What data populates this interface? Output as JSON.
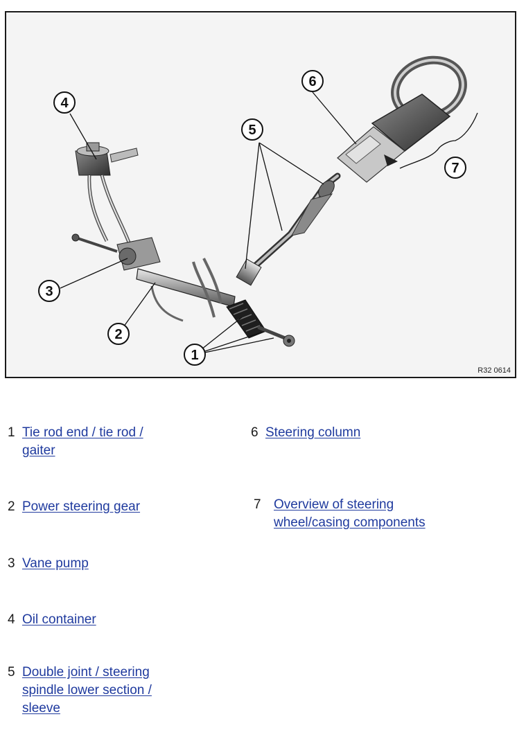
{
  "figure": {
    "reference": "R32 0614",
    "callouts": [
      "1",
      "2",
      "3",
      "4",
      "5",
      "6",
      "7"
    ]
  },
  "legend": [
    {
      "number": "1",
      "label": "Tie rod end / tie rod /\ngaiter"
    },
    {
      "number": "2",
      "label": "Power steering gear"
    },
    {
      "number": "3",
      "label": "Vane pump"
    },
    {
      "number": "4",
      "label": "Oil container"
    },
    {
      "number": "5",
      "label": "Double joint / steering\nspindle lower section /\nsleeve"
    },
    {
      "number": "6",
      "label": "Steering column"
    },
    {
      "number": "7",
      "label": "Overview of steering\nwheel/casing components"
    }
  ],
  "colors": {
    "link": "#1f3a9e",
    "frame": "#1a1a1a",
    "figure_background": "#f4f4f4"
  }
}
